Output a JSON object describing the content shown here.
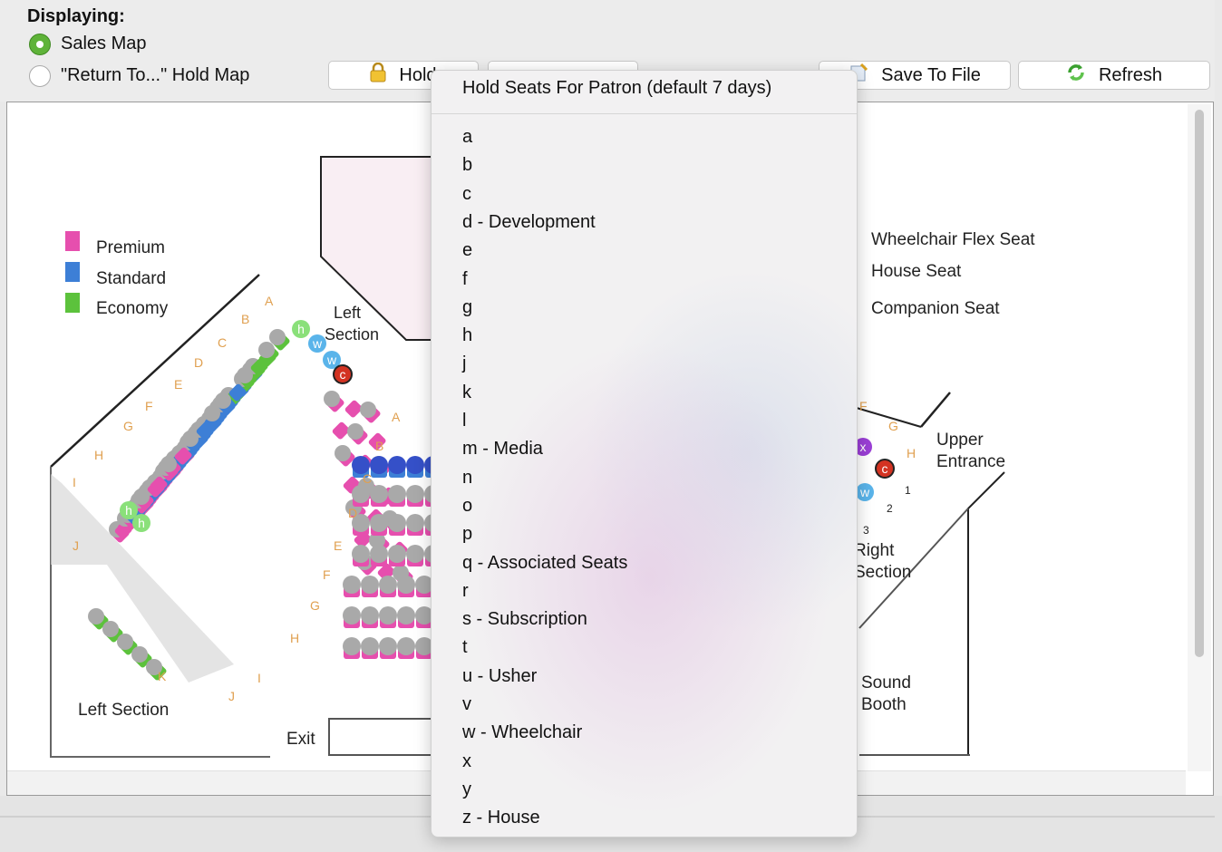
{
  "displaying": {
    "label": "Displaying:",
    "options": [
      {
        "label": "Sales Map",
        "selected": true
      },
      {
        "label": "\"Return To...\" Hold Map",
        "selected": false
      }
    ]
  },
  "toolbar": {
    "hold_label": "Hold",
    "save_label": "Save To File",
    "refresh_label": "Refresh"
  },
  "popup_menu": {
    "title": "Hold Seats For Patron (default 7 days)",
    "items": [
      "a",
      "b",
      "c",
      "d - Development",
      "e",
      "f",
      "g",
      "h",
      "j",
      "k",
      "l",
      "m - Media",
      "n",
      "o",
      "p",
      "q - Associated Seats",
      "r",
      "s - Subscription",
      "t",
      "u - Usher",
      "v",
      "w - Wheelchair",
      "x",
      "y",
      "z - House"
    ]
  },
  "legend_left": [
    {
      "label": "Premium",
      "color": "#e64fae"
    },
    {
      "label": "Standard",
      "color": "#3d7fd6"
    },
    {
      "label": "Economy",
      "color": "#5cc23c"
    }
  ],
  "legend_right": [
    {
      "label": "Wheelchair Flex Seat",
      "color": "#f2d9a6"
    },
    {
      "label": "House Seat",
      "color": "#d0d0d0"
    },
    {
      "label": "Companion Seat",
      "color": "#222222"
    }
  ],
  "map_labels": {
    "left_section_top": [
      "Left",
      "Section"
    ],
    "left_section_bottom": "Left Section",
    "upper_entrance": [
      "Upper",
      "Entrance"
    ],
    "right_section": [
      "Right",
      "Section"
    ],
    "sound_booth": [
      "Sound",
      "Booth"
    ],
    "exit": "Exit"
  },
  "row_letters": {
    "left_wing": [
      "A",
      "B",
      "C",
      "D",
      "E",
      "F",
      "G",
      "H",
      "I",
      "J",
      "K"
    ],
    "left_center": [
      "A",
      "B",
      "C",
      "D",
      "E",
      "F",
      "G",
      "H"
    ],
    "right_wing": [
      "F",
      "G",
      "H"
    ],
    "aisle": [
      "J",
      "I"
    ]
  },
  "seat_markers": [
    "h",
    "w",
    "w",
    "c",
    "h",
    "h",
    "x",
    "c",
    "w"
  ],
  "seat_numbers": [
    "1",
    "2",
    "3"
  ],
  "colors": {
    "premium": "#e64fae",
    "standard": "#3d7fd6",
    "economy": "#5cc23c",
    "sold": "#a9a9a9",
    "radio_selected": "#5fb339",
    "wheelchair": "#5ab4ea",
    "companion": "#d33322",
    "hold_h": "#8ae07a",
    "marker_x": "#9b3fd6"
  }
}
